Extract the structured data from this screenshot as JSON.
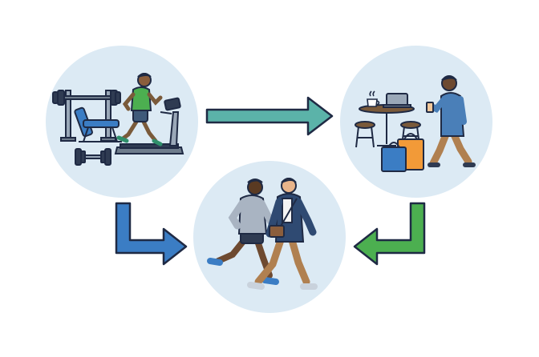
{
  "diagram": {
    "nodes": [
      {
        "id": "gym",
        "scene": "gym-scene",
        "content": [
          "treadmill-runner",
          "weight-bench",
          "dumbbell"
        ]
      },
      {
        "id": "cafe-shopping",
        "scene": "cafe-shopping-scene",
        "content": [
          "cafe-table",
          "laptop",
          "coffee-cup",
          "bar-stools",
          "shopping-bags",
          "walking-man-with-coffee"
        ]
      },
      {
        "id": "outdoor-exercise",
        "scene": "outdoor-exercise-scene",
        "content": [
          "jogging-man-hoodie",
          "walking-man-with-bag"
        ]
      }
    ],
    "edges": [
      {
        "from": "gym",
        "to": "cafe-shopping",
        "icon": "arrow-right-icon",
        "color": "#5BB3A9"
      },
      {
        "from": "gym",
        "to": "outdoor-exercise",
        "icon": "bent-arrow-down-right-icon",
        "color": "#3B7DC4"
      },
      {
        "from": "cafe-shopping",
        "to": "outdoor-exercise",
        "icon": "bent-arrow-down-left-icon",
        "color": "#4CAF50"
      }
    ],
    "colors": {
      "circle_fill": "#DCEAF4",
      "outline": "#1F2A44",
      "teal": "#5BB3A9",
      "blue": "#3B7DC4",
      "green": "#4CAF50"
    }
  }
}
